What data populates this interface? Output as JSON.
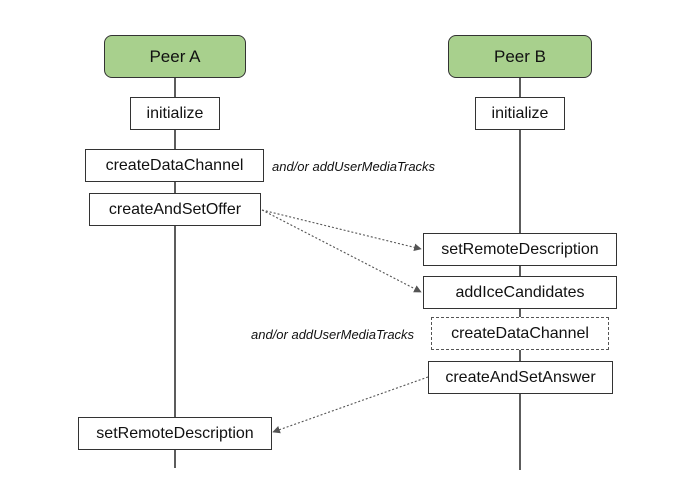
{
  "peer_a": {
    "title": "Peer A",
    "steps": {
      "initialize": "initialize",
      "create_data_channel": "createDataChannel",
      "create_and_set_offer": "createAndSetOffer",
      "set_remote_description": "setRemoteDescription"
    },
    "note": "and/or addUserMediaTracks"
  },
  "peer_b": {
    "title": "Peer B",
    "steps": {
      "initialize": "initialize",
      "set_remote_description": "setRemoteDescription",
      "add_ice_candidates": "addIceCandidates",
      "create_data_channel": "createDataChannel",
      "create_and_set_answer": "createAndSetAnswer"
    },
    "note": "and/or addUserMediaTracks"
  },
  "colors": {
    "peer_fill": "#a8d08d",
    "line": "#333333",
    "arrow": "#555555"
  }
}
